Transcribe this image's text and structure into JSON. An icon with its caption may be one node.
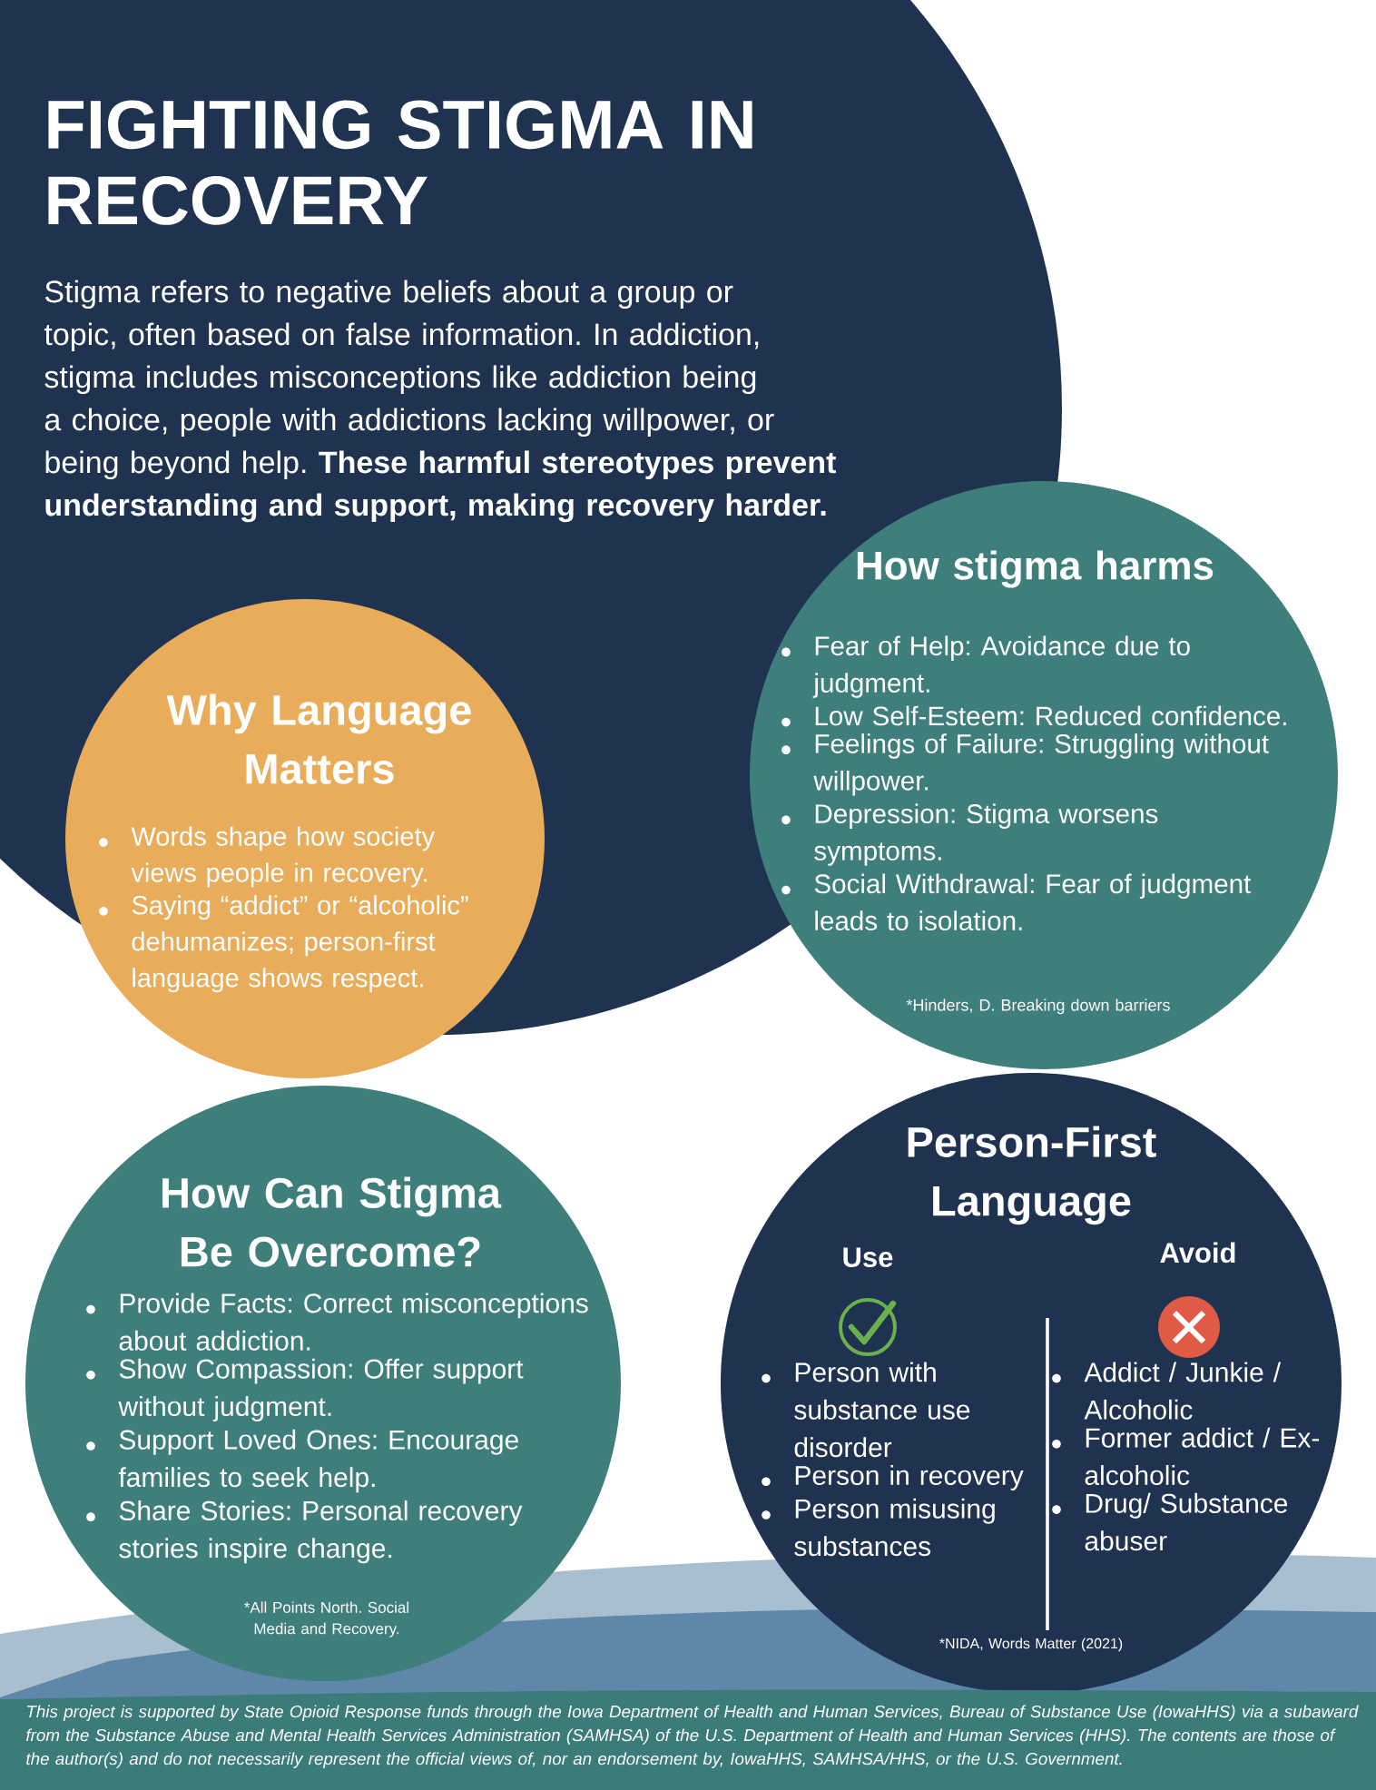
{
  "diagram": {
    "title": "FIGHTING STIGMA IN RECOVERY",
    "nodes": [
      {
        "text": [
          "Stigma refers to negative beliefs about a group or topic, often based on false information. In addiction, stigma includes misconceptions like addiction being a choice, people with addictions lacking willpower, or being beyond help. **These harmful stereotypes prevent understanding and support, making recovery harder.**"
        ]
      },
      {
        "text": [
          "Why Language Matters",
          "Words shape how society views people in recovery.",
          "Saying “addict” or “alcoholic” dehumanizes; person-first language shows respect."
        ]
      },
      {
        "text": [
          "How stigma harms",
          "Fear of Help: Avoidance due to judgment.",
          "Low Self-Esteem: Reduced confidence.",
          "Feelings of Failure: Struggling without willpower.",
          "Depression: Stigma worsens symptoms.",
          "Social Withdrawal: Fear of judgment leads to isolation.",
          "*Hinders, D. Breaking down barriers"
        ]
      },
      {
        "text": [
          "How Can Stigma Be Overcome?",
          "Provide Facts: Correct misconceptions about addiction.",
          "Show Compassion: Offer support without judgment.",
          "Support Loved Ones: Encourage families to seek help.",
          "Share Stories: Personal recovery stories inspire change.",
          "*All Points North. Social Media and Recovery."
        ]
      },
      {
        "text": [
          "Person-First Language",
          "Use",
          "Avoid",
          "Person with substance use disorder",
          "Person in recovery",
          "Person misusing substances",
          "Addict / Junkie / Alcoholic",
          "Former addict / Ex-alcoholic",
          "Drug/ Substance abuser",
          "*NIDA, Words Matter (2021)"
        ]
      }
    ],
    "labels": [
      "This project is supported by State Opioid Response funds through the Iowa Department of Health and Human Services, Bureau of Substance Use (IowaHHS) via a subaward from the Substance Abuse and Mental Health Services Administration (SAMHSA) of the U.S. Department of Health and Human Services (HHS). The contents are those of the author(s) and do not necessarily represent the official views of, nor an endorsement by, IowaHHS, SAMHSA/HHS, or the U.S. Government."
    ]
  }
}
